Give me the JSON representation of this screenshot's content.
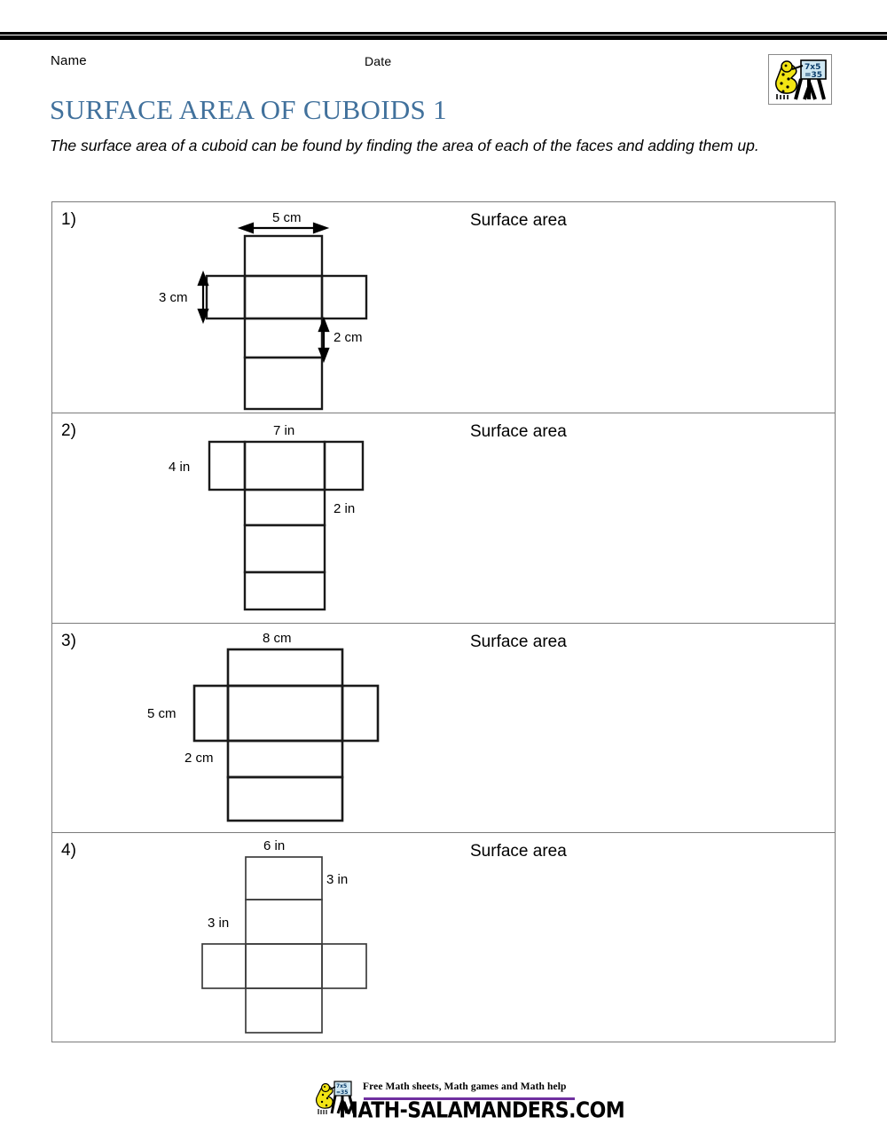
{
  "header": {
    "name_label": "Name",
    "date_label": "Date",
    "title": "SURFACE AREA OF CUBOIDS 1",
    "intro": "The surface area of a cuboid can be found by finding the area of each of the faces and adding them up.",
    "title_color": "#41719c",
    "logo": {
      "name": "math-salamanders-logo",
      "board_text_line1": "7x5",
      "board_text_line2": "=35"
    }
  },
  "questions": [
    {
      "number": "1)",
      "surface_area_label": "Surface area",
      "answer_value": "",
      "net": {
        "shape": "cross",
        "units": "cm",
        "labels": [
          {
            "text": "5 cm",
            "dim": "width"
          },
          {
            "text": "3 cm",
            "dim": "depth"
          },
          {
            "text": "2 cm",
            "dim": "height"
          }
        ],
        "dimensions": {
          "width": "5",
          "depth": "3",
          "height": "2"
        }
      }
    },
    {
      "number": "2)",
      "surface_area_label": "Surface area",
      "answer_value": "",
      "net": {
        "shape": "tee",
        "units": "in",
        "labels": [
          {
            "text": "7 in",
            "dim": "width"
          },
          {
            "text": "4 in",
            "dim": "depth"
          },
          {
            "text": "2 in",
            "dim": "height"
          }
        ],
        "dimensions": {
          "width": "7",
          "depth": "4",
          "height": "2"
        }
      }
    },
    {
      "number": "3)",
      "surface_area_label": "Surface area",
      "answer_value": "",
      "net": {
        "shape": "cross",
        "units": "cm",
        "labels": [
          {
            "text": "8 cm",
            "dim": "width"
          },
          {
            "text": "5 cm",
            "dim": "depth"
          },
          {
            "text": "2 cm",
            "dim": "height"
          }
        ],
        "dimensions": {
          "width": "8",
          "depth": "5",
          "height": "2"
        }
      }
    },
    {
      "number": "4)",
      "surface_area_label": "Surface area",
      "answer_value": "",
      "net": {
        "shape": "cross",
        "units": "in",
        "labels": [
          {
            "text": "6 in",
            "dim": "width"
          },
          {
            "text": "3 in",
            "dim": "height"
          },
          {
            "text": "3 in",
            "dim": "depth"
          }
        ],
        "dimensions": {
          "width": "6",
          "depth": "3",
          "height": "3"
        }
      }
    }
  ],
  "footer": {
    "tagline": "Free Math sheets, Math games and Math help",
    "domain": "MATH-SALAMANDERS.COM",
    "rule_color": "#7030a0"
  }
}
